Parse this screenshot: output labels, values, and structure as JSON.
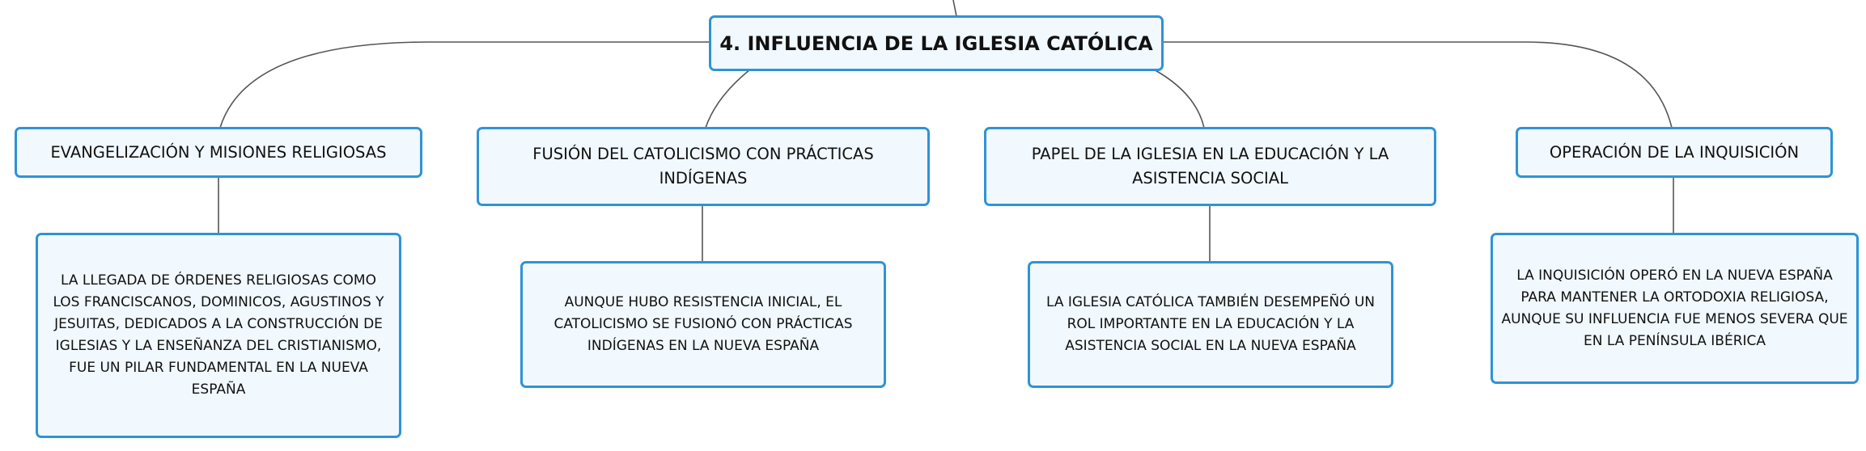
{
  "colors": {
    "border": "#2f93d6",
    "fill": "#f1f8fe",
    "connector": "#555555",
    "text": "#111111"
  },
  "central": {
    "label": "4. INFLUENCIA DE LA IGLESIA CATÓLICA"
  },
  "topics": [
    {
      "label": "EVANGELIZACIÓN Y MISIONES RELIGIOSAS",
      "detail": "LA LLEGADA DE ÓRDENES RELIGIOSAS COMO LOS FRANCISCANOS, DOMINICOS, AGUSTINOS Y JESUITAS, DEDICADOS A LA CONSTRUCCIÓN DE IGLESIAS Y LA ENSEÑANZA DEL CRISTIANISMO, FUE UN PILAR FUNDAMENTAL EN LA NUEVA ESPAÑA"
    },
    {
      "label": "FUSIÓN DEL CATOLICISMO CON PRÁCTICAS INDÍGENAS",
      "detail": "AUNQUE HUBO RESISTENCIA INICIAL, EL CATOLICISMO SE FUSIONÓ CON PRÁCTICAS INDÍGENAS EN LA NUEVA ESPAÑA"
    },
    {
      "label": "PAPEL DE LA IGLESIA EN LA EDUCACIÓN Y LA ASISTENCIA SOCIAL",
      "detail": "LA IGLESIA CATÓLICA TAMBIÉN DESEMPEÑÓ UN ROL IMPORTANTE EN LA EDUCACIÓN Y LA ASISTENCIA SOCIAL EN LA NUEVA ESPAÑA"
    },
    {
      "label": "OPERACIÓN DE LA INQUISICIÓN",
      "detail": "LA INQUISICIÓN OPERÓ EN LA NUEVA ESPAÑA PARA MANTENER LA ORTODOXIA RELIGIOSA, AUNQUE SU INFLUENCIA FUE MENOS SEVERA QUE EN LA PENÍNSULA IBÉRICA"
    }
  ]
}
